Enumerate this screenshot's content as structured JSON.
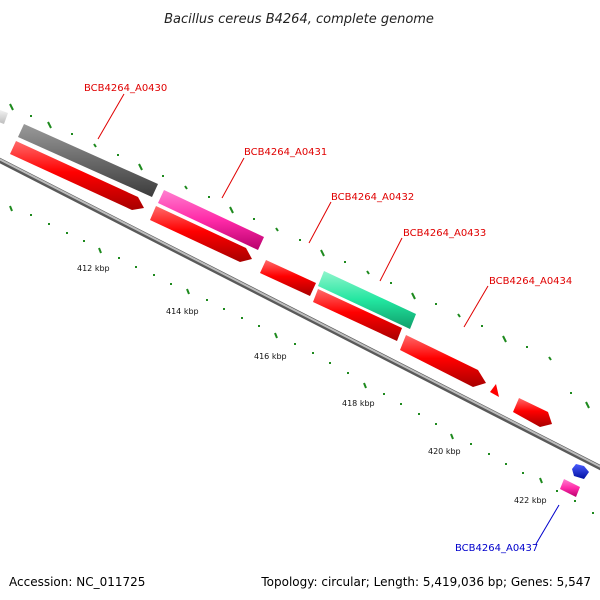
{
  "title": "Bacillus cereus B4264, complete genome",
  "footer": {
    "accession": "Accession: NC_011725",
    "summary": "Topology: circular; Length: 5,419,036 bp; Genes: 5,547"
  },
  "colors": {
    "forward_cds": "#ff0000",
    "highlight_magenta": "#ff2aa8",
    "highlight_green": "#22e6a0",
    "gray_feature": "#777777",
    "blue_feature": "#0a1ee0",
    "tick_green": "#1e8a1e",
    "backbone": "#8c8c8c",
    "red_label": "#e00000",
    "blue_label": "#0000cc"
  },
  "scale_labels": [
    "412 kbp",
    "414 kbp",
    "416 kbp",
    "418 kbp",
    "420 kbp",
    "422 kbp"
  ],
  "gene_labels": [
    {
      "id": "a0430",
      "text": "BCB4264_A0430",
      "color": "red"
    },
    {
      "id": "a0431",
      "text": "BCB4264_A0431",
      "color": "red"
    },
    {
      "id": "a0432",
      "text": "BCB4264_A0432",
      "color": "red"
    },
    {
      "id": "a0433",
      "text": "BCB4264_A0433",
      "color": "red"
    },
    {
      "id": "a0434",
      "text": "BCB4264_A0434",
      "color": "red"
    },
    {
      "id": "a0437",
      "text": "BCB4264_A0437",
      "color": "blue"
    }
  ]
}
